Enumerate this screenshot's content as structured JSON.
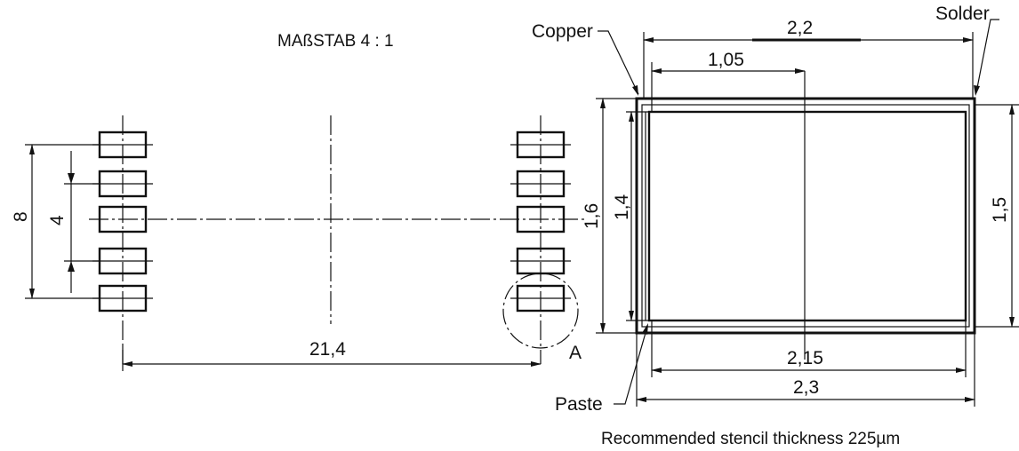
{
  "scale_label": "MAßSTAB 4 : 1",
  "footprint": {
    "dim_height_outer": "8",
    "dim_height_inner": "4",
    "dim_width": "21,4",
    "detail_label": "A"
  },
  "detail": {
    "dim_top": "2,2",
    "dim_top_inner": "1,05",
    "dim_left_outer": "1,6",
    "dim_left_inner": "1,4",
    "dim_right": "1,5",
    "dim_bottom_inner": "2,15",
    "dim_bottom_outer": "2,3",
    "label_copper": "Copper",
    "label_solder": "Solder",
    "label_paste": "Paste"
  },
  "stencil_note": "Recommended stencil thickness 225µm"
}
